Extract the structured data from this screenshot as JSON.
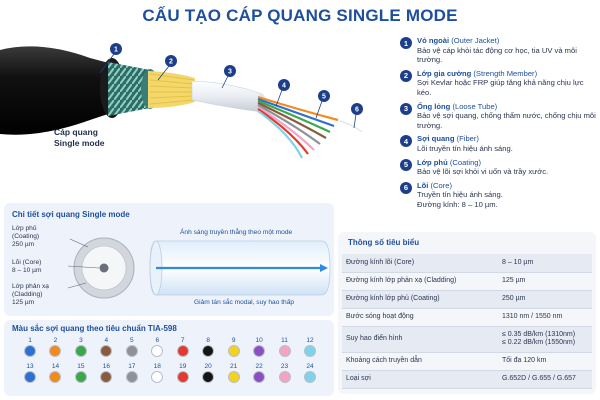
{
  "title": "CẤU TẠO CÁP QUANG SINGLE MODE",
  "cable": {
    "caption_line1": "Cáp quang",
    "caption_line2": "Single mode",
    "callouts": [
      "1",
      "2",
      "3",
      "4",
      "5",
      "6"
    ]
  },
  "layers": [
    {
      "num": "1",
      "name": "Vỏ ngoài",
      "en": "(Outer Jacket)",
      "desc": "Bảo vệ cáp khỏi tác động cơ học, tia UV và môi trường."
    },
    {
      "num": "2",
      "name": "Lớp gia cường",
      "en": "(Strength Member)",
      "desc": "Sợi Kevlar hoặc FRP giúp tăng khả năng chịu lực kéo."
    },
    {
      "num": "3",
      "name": "Ống lỏng",
      "en": "(Loose Tube)",
      "desc": "Bảo vệ sợi quang, chống thấm nước, chống chịu môi trường."
    },
    {
      "num": "4",
      "name": "Sợi quang",
      "en": "(Fiber)",
      "desc": "Lõi truyền tín hiệu ánh sáng."
    },
    {
      "num": "5",
      "name": "Lớp phủ",
      "en": "(Coating)",
      "desc": "Bảo vệ lõi sợi khỏi vi uốn và trầy xước."
    },
    {
      "num": "6",
      "name": "Lõi",
      "en": "(Core)",
      "desc": "Truyền tín hiệu ánh sáng.",
      "desc2": "Đường kính: 8 – 10 µm."
    }
  ],
  "fiber_detail": {
    "title": "Chi tiết sợi quang Single mode",
    "coating_label": "Lớp phủ",
    "coating_en": "(Coating)",
    "coating_size": "250 µm",
    "core_label": "Lõi (Core)",
    "core_size": "8 – 10 µm",
    "cladding_label": "Lớp phản xạ",
    "cladding_en": "(Cladding)",
    "cladding_size": "125 µm",
    "beam_top": "Ánh sáng truyền thẳng theo một mode",
    "beam_bottom": "Giảm tán sắc modal, suy hao thấp"
  },
  "specs": {
    "title": "Thông số tiêu biểu",
    "rows": [
      {
        "label": "Đường kính lõi (Core)",
        "value": "8 – 10 µm"
      },
      {
        "label": "Đường kính lớp phản xạ (Cladding)",
        "value": "125 µm"
      },
      {
        "label": "Đường kính lớp phủ (Coating)",
        "value": "250 µm"
      },
      {
        "label": "Bước sóng hoạt động",
        "value": "1310 nm / 1550 nm"
      },
      {
        "label": "Suy hao điển hình",
        "value": "≤ 0.35 dB/km (1310nm)",
        "value2": "≤ 0.22 dB/km (1550nm)"
      },
      {
        "label": "Khoảng cách truyền dẫn",
        "value": "Tối đa 120 km"
      },
      {
        "label": "Loại sợi",
        "value": "G.652D / G.655 / G.657"
      }
    ]
  },
  "color_code": {
    "title": "Màu sắc sợi quang theo tiêu chuẩn TIA-598",
    "row1": [
      {
        "n": "1",
        "color": "#2f6fd1"
      },
      {
        "n": "2",
        "color": "#f28a1e"
      },
      {
        "n": "3",
        "color": "#3aa84a"
      },
      {
        "n": "4",
        "color": "#8a5a3c"
      },
      {
        "n": "5",
        "color": "#8e9298"
      },
      {
        "n": "6",
        "color": "#ffffff"
      },
      {
        "n": "7",
        "color": "#e23a2e"
      },
      {
        "n": "8",
        "color": "#151515"
      },
      {
        "n": "9",
        "color": "#f4d21f"
      },
      {
        "n": "10",
        "color": "#8a4fc1"
      },
      {
        "n": "11",
        "color": "#f3a4c3"
      },
      {
        "n": "12",
        "color": "#7fd3e6"
      }
    ],
    "row2": [
      {
        "n": "13",
        "color": "#2f6fd1"
      },
      {
        "n": "14",
        "color": "#f28a1e"
      },
      {
        "n": "15",
        "color": "#3aa84a"
      },
      {
        "n": "16",
        "color": "#8a5a3c"
      },
      {
        "n": "17",
        "color": "#8e9298"
      },
      {
        "n": "18",
        "color": "#ffffff"
      },
      {
        "n": "19",
        "color": "#e23a2e"
      },
      {
        "n": "20",
        "color": "#151515"
      },
      {
        "n": "21",
        "color": "#f4d21f"
      },
      {
        "n": "22",
        "color": "#8a4fc1"
      },
      {
        "n": "23",
        "color": "#f3a4c3"
      },
      {
        "n": "24",
        "color": "#7fd3e6"
      }
    ]
  },
  "colors": {
    "accent": "#1d4f9c",
    "badge": "#1d3f8a",
    "card_bg": "#eef3fb"
  }
}
